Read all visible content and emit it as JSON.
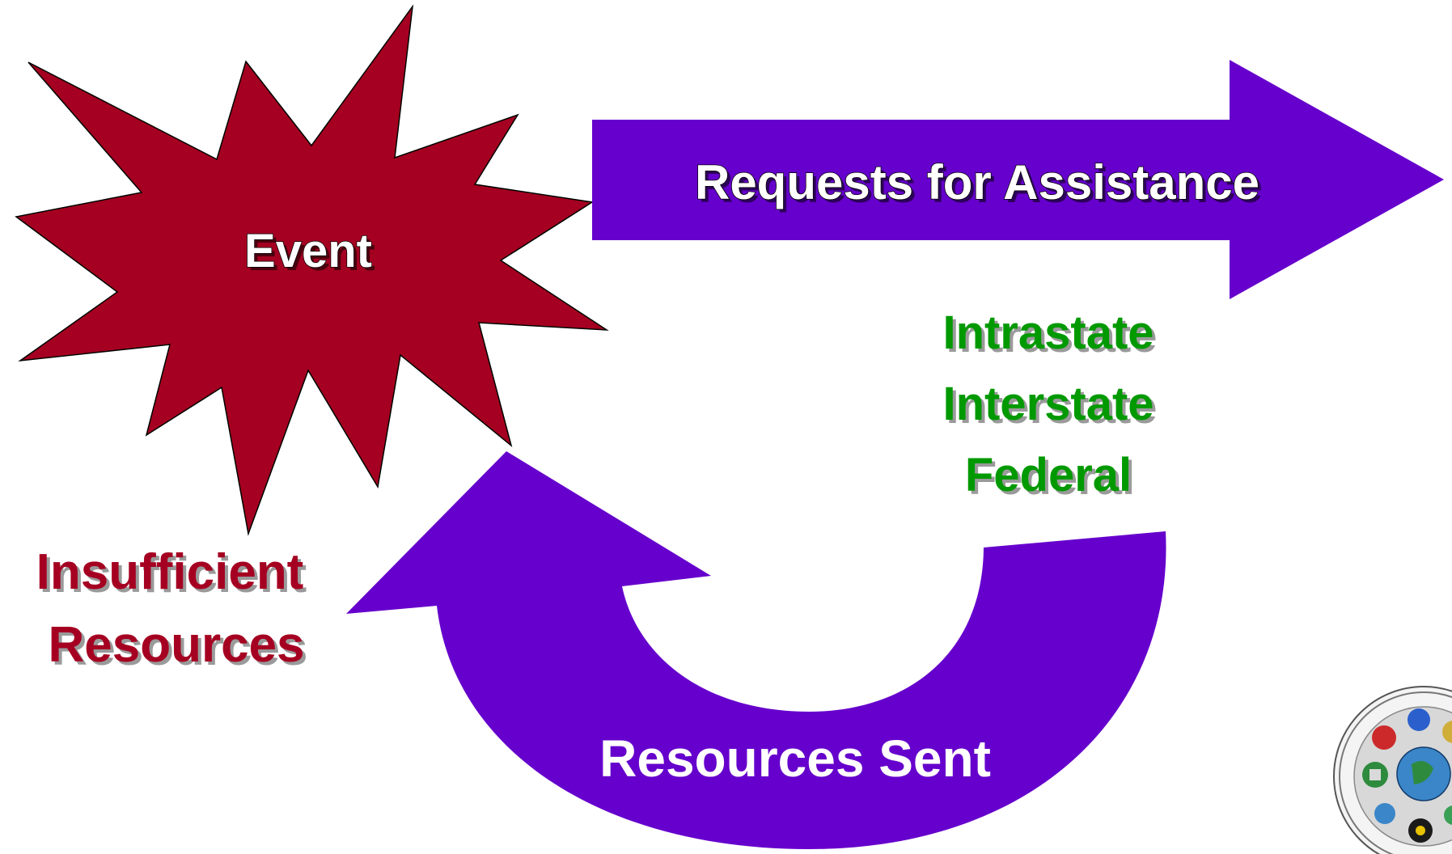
{
  "colors": {
    "starburst": "#a50021",
    "arrow": "#6600cc",
    "event_text": "#ffffff",
    "requests_text": "#ffffff",
    "resources_sent_text": "#ffffff",
    "insufficient_text": "#a50021",
    "levels_text": "#009900"
  },
  "labels": {
    "event": "Event",
    "requests": "Requests for Assistance",
    "resources_sent": "Resources Sent",
    "insufficient_line1": "Insufficient",
    "insufficient_line2": "Resources",
    "levels": [
      "Intrastate",
      "Interstate",
      "Federal"
    ]
  },
  "icons": {
    "seal": "department-seal-icon"
  }
}
